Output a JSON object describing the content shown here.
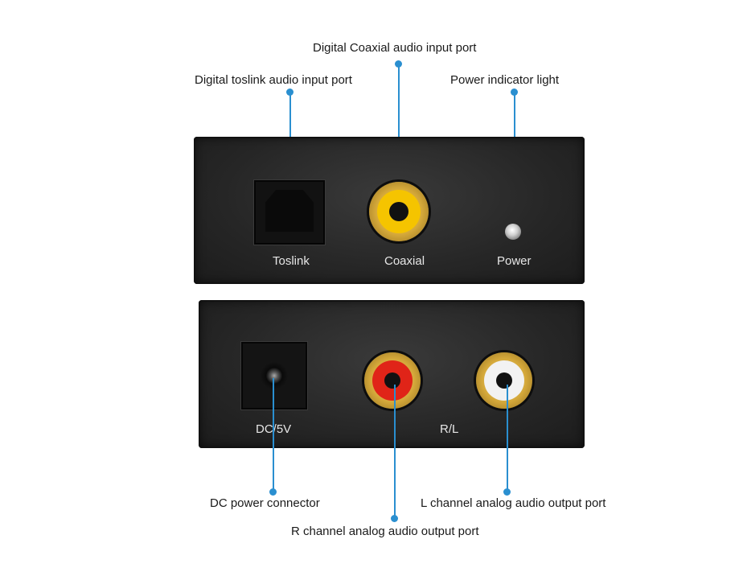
{
  "callouts": {
    "toslink_input": "Digital toslink audio input port",
    "coaxial_input": "Digital Coaxial audio input port",
    "power_light": "Power indicator light",
    "dc_connector": "DC power connector",
    "r_channel_output": "R channel analog audio output port",
    "l_channel_output": "L channel analog audio output port"
  },
  "front_panel": {
    "toslink_label": "Toslink",
    "coaxial_label": "Coaxial",
    "power_label": "Power"
  },
  "back_panel": {
    "dc_label": "DC/5V",
    "rl_label": "R/L"
  },
  "colors": {
    "callout_line": "#2a8fd0",
    "coaxial_insert": "#f5c400",
    "r_channel_insert": "#e02418",
    "l_channel_insert": "#f2f2f2"
  }
}
